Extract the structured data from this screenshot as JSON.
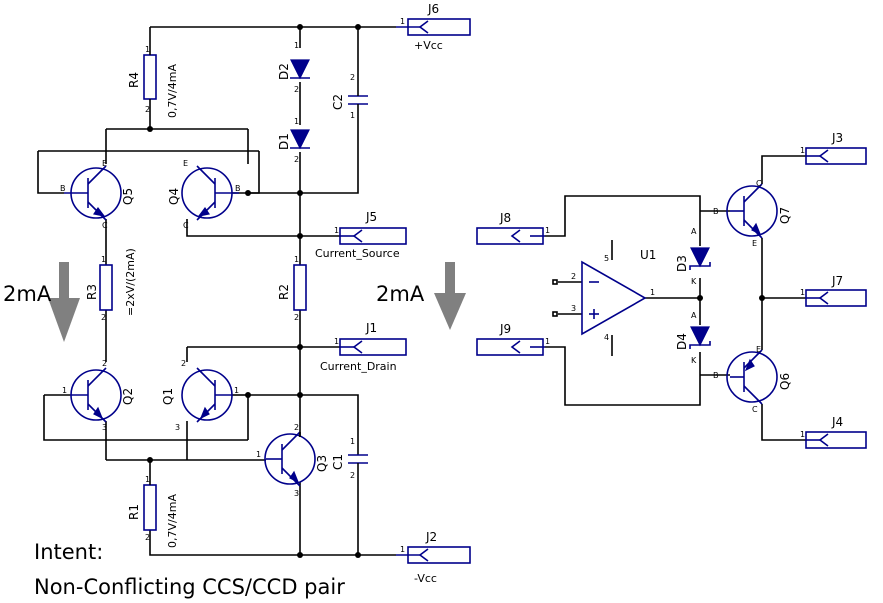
{
  "components": {
    "R4": {
      "ref": "R4",
      "value": "0,7V/4mA",
      "pin1": "1",
      "pin2": "2"
    },
    "R3": {
      "ref": "R3",
      "value": "=2xV/(2mA)",
      "pin1": "1",
      "pin2": "2"
    },
    "R2": {
      "ref": "R2",
      "pin1": "1",
      "pin2": "2"
    },
    "R1": {
      "ref": "R1",
      "value": "0,7V/4mA",
      "pin1": "1",
      "pin2": "2"
    },
    "D1": {
      "ref": "D1",
      "pin1": "1",
      "pin2": "2"
    },
    "D2": {
      "ref": "D2",
      "pin1": "1",
      "pin2": "2"
    },
    "D3": {
      "ref": "D3",
      "anode": "A",
      "cathode": "K"
    },
    "D4": {
      "ref": "D4",
      "anode": "A",
      "cathode": "K"
    },
    "C1": {
      "ref": "C1",
      "pin1": "1",
      "pin2": "2"
    },
    "C2": {
      "ref": "C2",
      "pin1": "1",
      "pin2": "2"
    },
    "Q1": {
      "ref": "Q1",
      "p1": "1",
      "p2": "2",
      "p3": "3"
    },
    "Q2": {
      "ref": "Q2",
      "p1": "1",
      "p2": "2",
      "p3": "3"
    },
    "Q3": {
      "ref": "Q3",
      "p1": "1",
      "p2": "2",
      "p3": "3"
    },
    "Q4": {
      "ref": "Q4",
      "b": "B",
      "c": "C",
      "e": "E"
    },
    "Q5": {
      "ref": "Q5",
      "b": "B",
      "c": "C",
      "e": "E"
    },
    "Q6": {
      "ref": "Q6",
      "b": "B",
      "c": "C",
      "e": "E"
    },
    "Q7": {
      "ref": "Q7",
      "b": "B",
      "c": "C",
      "e": "E"
    },
    "U1": {
      "ref": "U1",
      "in_minus": "2",
      "in_plus": "3",
      "out": "1",
      "vpos": "5",
      "vneg": "4"
    }
  },
  "connectors": {
    "J1": {
      "ref": "J1",
      "net": "Current_Drain",
      "pin": "1"
    },
    "J2": {
      "ref": "J2",
      "net": "-Vcc",
      "pin": "1"
    },
    "J3": {
      "ref": "J3",
      "pin": "1"
    },
    "J4": {
      "ref": "J4",
      "pin": "1"
    },
    "J5": {
      "ref": "J5",
      "net": "Current_Source",
      "pin": "1"
    },
    "J6": {
      "ref": "J6",
      "net": "+Vcc",
      "pin": "1"
    },
    "J7": {
      "ref": "J7",
      "pin": "1"
    },
    "J8": {
      "ref": "J8",
      "pin": "1"
    },
    "J9": {
      "ref": "J9",
      "pin": "1"
    }
  },
  "annotations": {
    "current_left": "2mA",
    "current_right": "2mA",
    "intent_label": "Intent:",
    "intent_text": "Non-Conflicting CCS/CCD pair"
  },
  "colors": {
    "wire": "#000000",
    "component": "#00008b",
    "arrow": "#808080"
  }
}
